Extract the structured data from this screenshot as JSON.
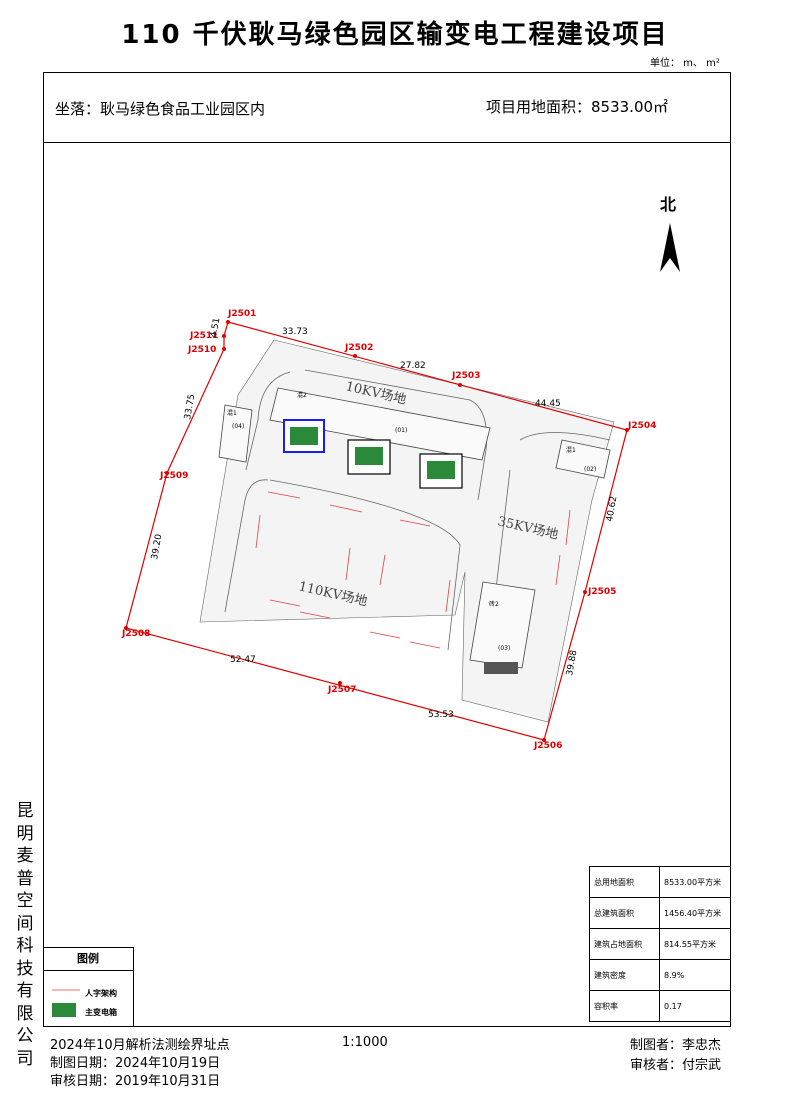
{
  "title": "110 千伏耿马绿色园区输变电工程建设项目",
  "unit": "单位： m、 m²",
  "location": "坐落：耿马绿色食品工业园区内",
  "site_area": "项目用地面积：8533.00㎡",
  "north": "北",
  "company": "昆明麦普空间科技有限公司",
  "points": [
    "J2501",
    "J2511",
    "J2510",
    "J2502",
    "J2503",
    "J2504",
    "J2505",
    "J2506",
    "J2507",
    "J2508",
    "J2509"
  ],
  "distances": [
    "33.73",
    "4.51",
    "27.82",
    "44.45",
    "33.75",
    "40.62",
    "39.20",
    "39.88",
    "52.47",
    "53.53"
  ],
  "zones": [
    "10KV场地",
    "35KV场地",
    "110KV场地"
  ],
  "building_labels": [
    "(01)",
    "(02)",
    "(03)",
    "(04)",
    "混2",
    "混1",
    "混1",
    "砖2"
  ],
  "legend": {
    "title": "图例",
    "items": [
      "人字架构",
      "主变电箱"
    ]
  },
  "stats": [
    {
      "label": "总用地面积",
      "value": "8533.00平方米"
    },
    {
      "label": "总建筑面积",
      "value": "1456.40平方米"
    },
    {
      "label": "建筑占地面积",
      "value": "814.55平方米"
    },
    {
      "label": "建筑密度",
      "value": "8.9%"
    },
    {
      "label": "容积率",
      "value": "0.17"
    }
  ],
  "footer": {
    "survey": "2024年10月解析法测绘界址点",
    "scale": "1:1000",
    "draw_date": "制图日期：2024年10月19日",
    "check_date": "审核日期：2019年10月31日",
    "drawer": "制图者：李忠杰",
    "reviewer": "审核者：付宗武"
  }
}
